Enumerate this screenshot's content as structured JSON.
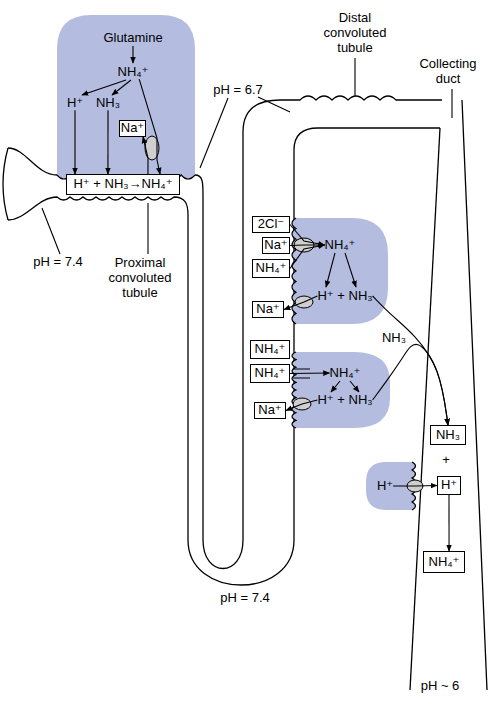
{
  "diagram": {
    "nodes": [
      {
        "text": [
          "Glutamine",
          "NH₄⁺",
          "H⁺",
          "NH₃"
        ]
      },
      {
        "text": [
          "Na⁺"
        ],
        "in": 0
      },
      {
        "text": [
          "H⁺ + NH₃→NH₄⁺"
        ]
      },
      {
        "text": [
          "2Cl⁻"
        ]
      },
      {
        "text": [
          "Na⁺"
        ]
      },
      {
        "text": [
          "NH₄⁺"
        ]
      },
      {
        "text": [
          "NH₄⁺",
          "H⁺ + NH₃"
        ]
      },
      {
        "text": [
          "Na⁺"
        ]
      },
      {
        "text": [
          "NH₄⁺"
        ]
      },
      {
        "text": [
          "NH₄⁺"
        ]
      },
      {
        "text": [
          "NH₄⁺",
          "H⁺ + NH₃"
        ]
      },
      {
        "text": [
          "Na⁺"
        ]
      },
      {
        "text": [
          "NH₃"
        ]
      },
      {
        "text": [
          "H⁺"
        ]
      },
      {
        "text": [
          "H⁺"
        ]
      },
      {
        "text": [
          "NH₄⁺"
        ]
      }
    ],
    "edges": [
      {
        "from": 0,
        "to": 2,
        "arrow": "to"
      },
      {
        "from": 0,
        "to": 2,
        "arrow": "to"
      },
      {
        "from": 0,
        "to": 2,
        "arrow": "to"
      },
      {
        "from": 2,
        "to": 1,
        "arrow": "to"
      },
      {
        "from": 3,
        "to": 6,
        "arrow": "to"
      },
      {
        "from": 4,
        "to": 6,
        "arrow": "to"
      },
      {
        "from": 5,
        "to": 6,
        "arrow": "to"
      },
      {
        "from": 6,
        "to": 7,
        "arrow": "to"
      },
      {
        "from": 9,
        "to": 10,
        "arrow": "to"
      },
      {
        "from": 10,
        "to": 11,
        "arrow": "to"
      },
      {
        "from": 6,
        "to": 12,
        "arrow": "to"
      },
      {
        "from": 10,
        "to": 12,
        "arrow": "to"
      },
      {
        "from": 13,
        "to": 14,
        "arrow": "to"
      },
      {
        "from": 14,
        "to": 15,
        "arrow": "to"
      }
    ],
    "labels": [
      "pH = 6.7",
      "Distal convoluted tubule",
      "Collecting duct",
      "pH = 7.4",
      "Proximal convoluted tubule",
      "NH₃",
      "pH = 7.4",
      "+",
      "pH ~ 6"
    ]
  }
}
